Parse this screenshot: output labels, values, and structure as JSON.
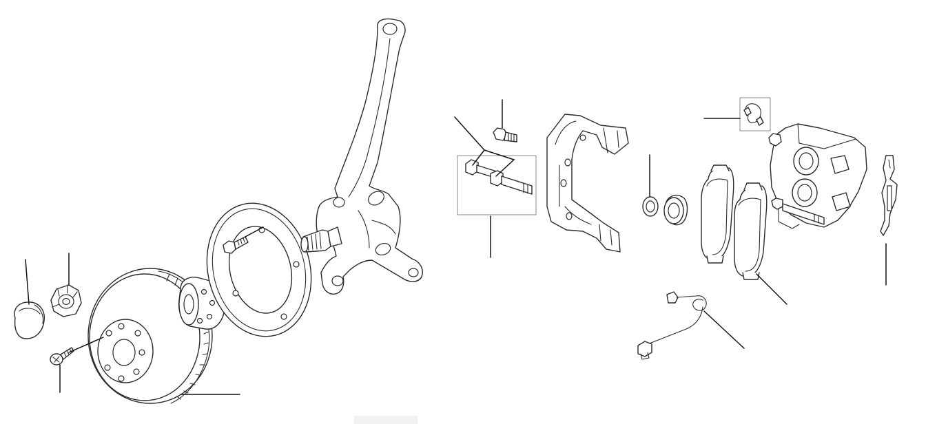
{
  "diagram": {
    "type": "exploded-parts-diagram",
    "text_labels": [],
    "style": {
      "line_color": "#2a2a2a",
      "leader_color": "#111111",
      "box_color": "#8a8a8a",
      "background": "#ffffff"
    },
    "parts": [
      {
        "name": "hub-dust-cap"
      },
      {
        "name": "castellated-hub-nut"
      },
      {
        "name": "disc-retaining-screw"
      },
      {
        "name": "ventilated-brake-disc"
      },
      {
        "name": "wheel-hub-bearing"
      },
      {
        "name": "brake-splash-shield"
      },
      {
        "name": "shield-bolt"
      },
      {
        "name": "steering-knuckle"
      },
      {
        "name": "caliper-carrier-bolt"
      },
      {
        "name": "caliper-guide-pins"
      },
      {
        "name": "caliper-carrier-bracket"
      },
      {
        "name": "piston-seal"
      },
      {
        "name": "caliper-piston"
      },
      {
        "name": "inner-brake-pad"
      },
      {
        "name": "outer-brake-pad"
      },
      {
        "name": "pad-wear-sensor"
      },
      {
        "name": "brake-caliper-housing"
      },
      {
        "name": "caliper-spring-clip"
      },
      {
        "name": "anti-rattle-spring"
      }
    ]
  }
}
